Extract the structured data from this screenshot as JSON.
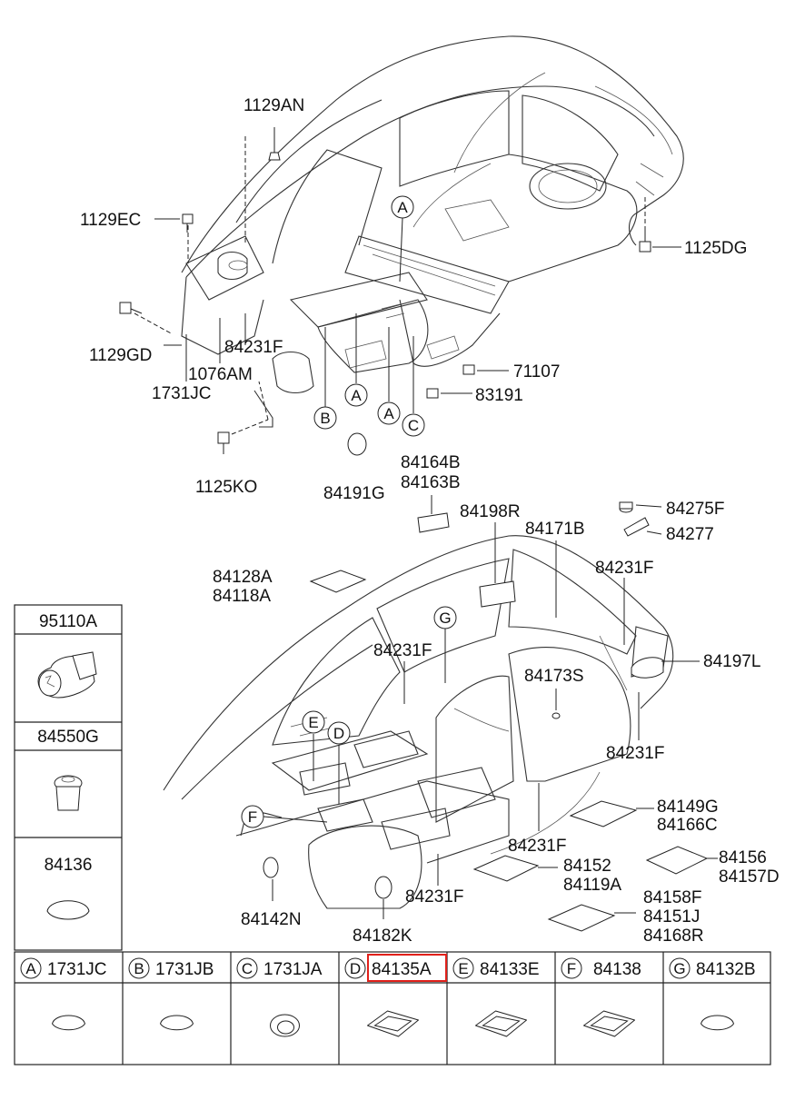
{
  "top_callouts": {
    "l_1129AN": "1129AN",
    "l_1129EC": "1129EC",
    "l_1125DG": "1125DG",
    "l_1129GD": "1129GD",
    "l_84231F_a": "84231F",
    "l_1076AM": "1076AM",
    "l_1731JC": "1731JC",
    "l_71107": "71107",
    "l_83191": "83191",
    "l_1125KO": "1125KO",
    "l_84191G": "84191G",
    "c_A1": "A",
    "c_A2": "A",
    "c_A3": "A",
    "c_B": "B",
    "c_C": "C"
  },
  "bottom_callouts": {
    "l_84164B": "84164B",
    "l_84163B": "84163B",
    "l_84198R": "84198R",
    "l_84171B": "84171B",
    "l_84275F": "84275F",
    "l_84277": "84277",
    "l_84128A": "84128A",
    "l_84118A": "84118A",
    "l_84231F_b": "84231F",
    "l_84231F_c": "84231F",
    "l_84197L": "84197L",
    "l_84173S": "84173S",
    "l_84231F_d": "84231F",
    "l_84149G": "84149G",
    "l_84166C": "84166C",
    "l_84231F_e": "84231F",
    "l_84152": "84152",
    "l_84119A": "84119A",
    "l_84156": "84156",
    "l_84157D": "84157D",
    "l_84231F_f": "84231F",
    "l_84158F": "84158F",
    "l_84151J": "84151J",
    "l_84168R": "84168R",
    "l_84142N": "84142N",
    "l_84182K": "84182K",
    "c_G": "G",
    "c_E": "E",
    "c_D": "D",
    "c_F": "F"
  },
  "side_table": {
    "r1": "95110A",
    "r2": "84550G",
    "r3": "84136"
  },
  "legend": [
    {
      "letter": "A",
      "part": "1731JC"
    },
    {
      "letter": "B",
      "part": "1731JB"
    },
    {
      "letter": "C",
      "part": "1731JA"
    },
    {
      "letter": "D",
      "part": "84135A"
    },
    {
      "letter": "E",
      "part": "84133E"
    },
    {
      "letter": "F",
      "part": "84138"
    },
    {
      "letter": "G",
      "part": "84132B"
    }
  ],
  "highlight_color": "#e0201a"
}
